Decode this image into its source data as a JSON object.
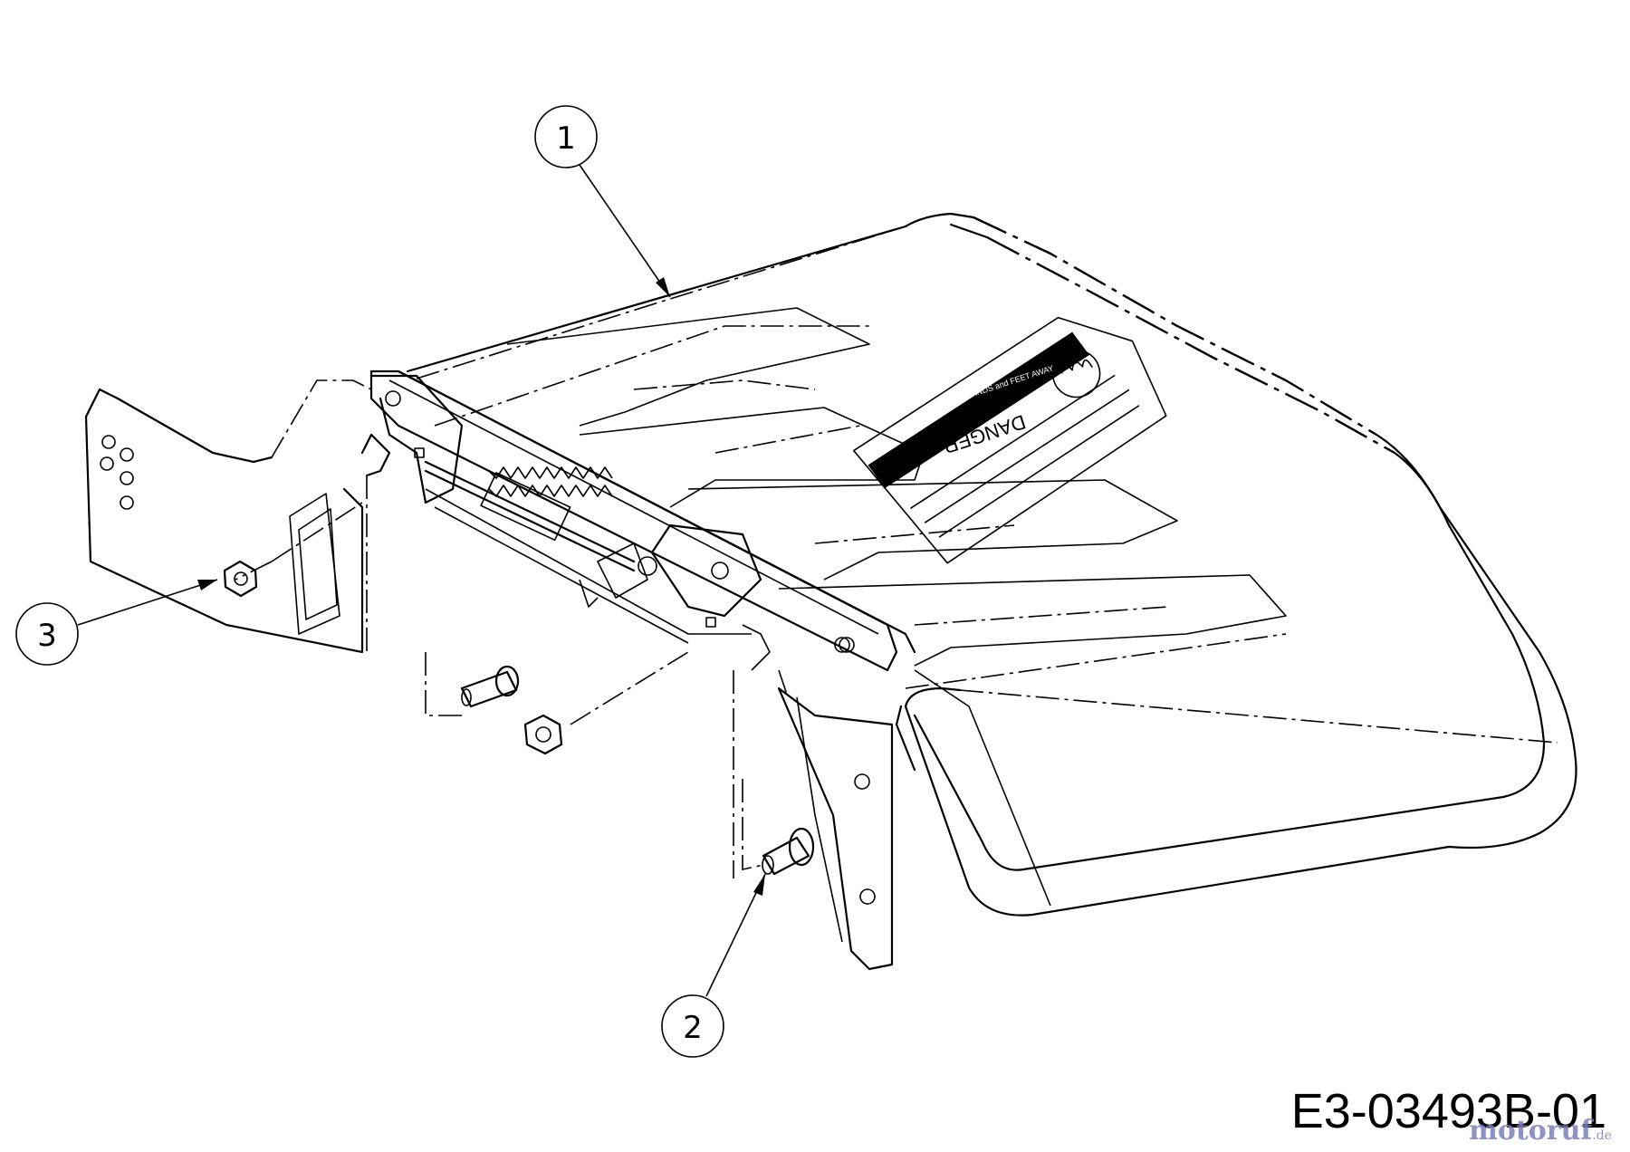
{
  "callouts": [
    {
      "label": "1"
    },
    {
      "label": "2"
    },
    {
      "label": "3"
    }
  ],
  "warning_label": {
    "heading": "DANGER",
    "line1": "KEEP HANDS and FEET AWAY"
  },
  "drawing_code": "E3-03493B-01",
  "watermark": {
    "name": "motoruf",
    "suffix": ".de"
  }
}
